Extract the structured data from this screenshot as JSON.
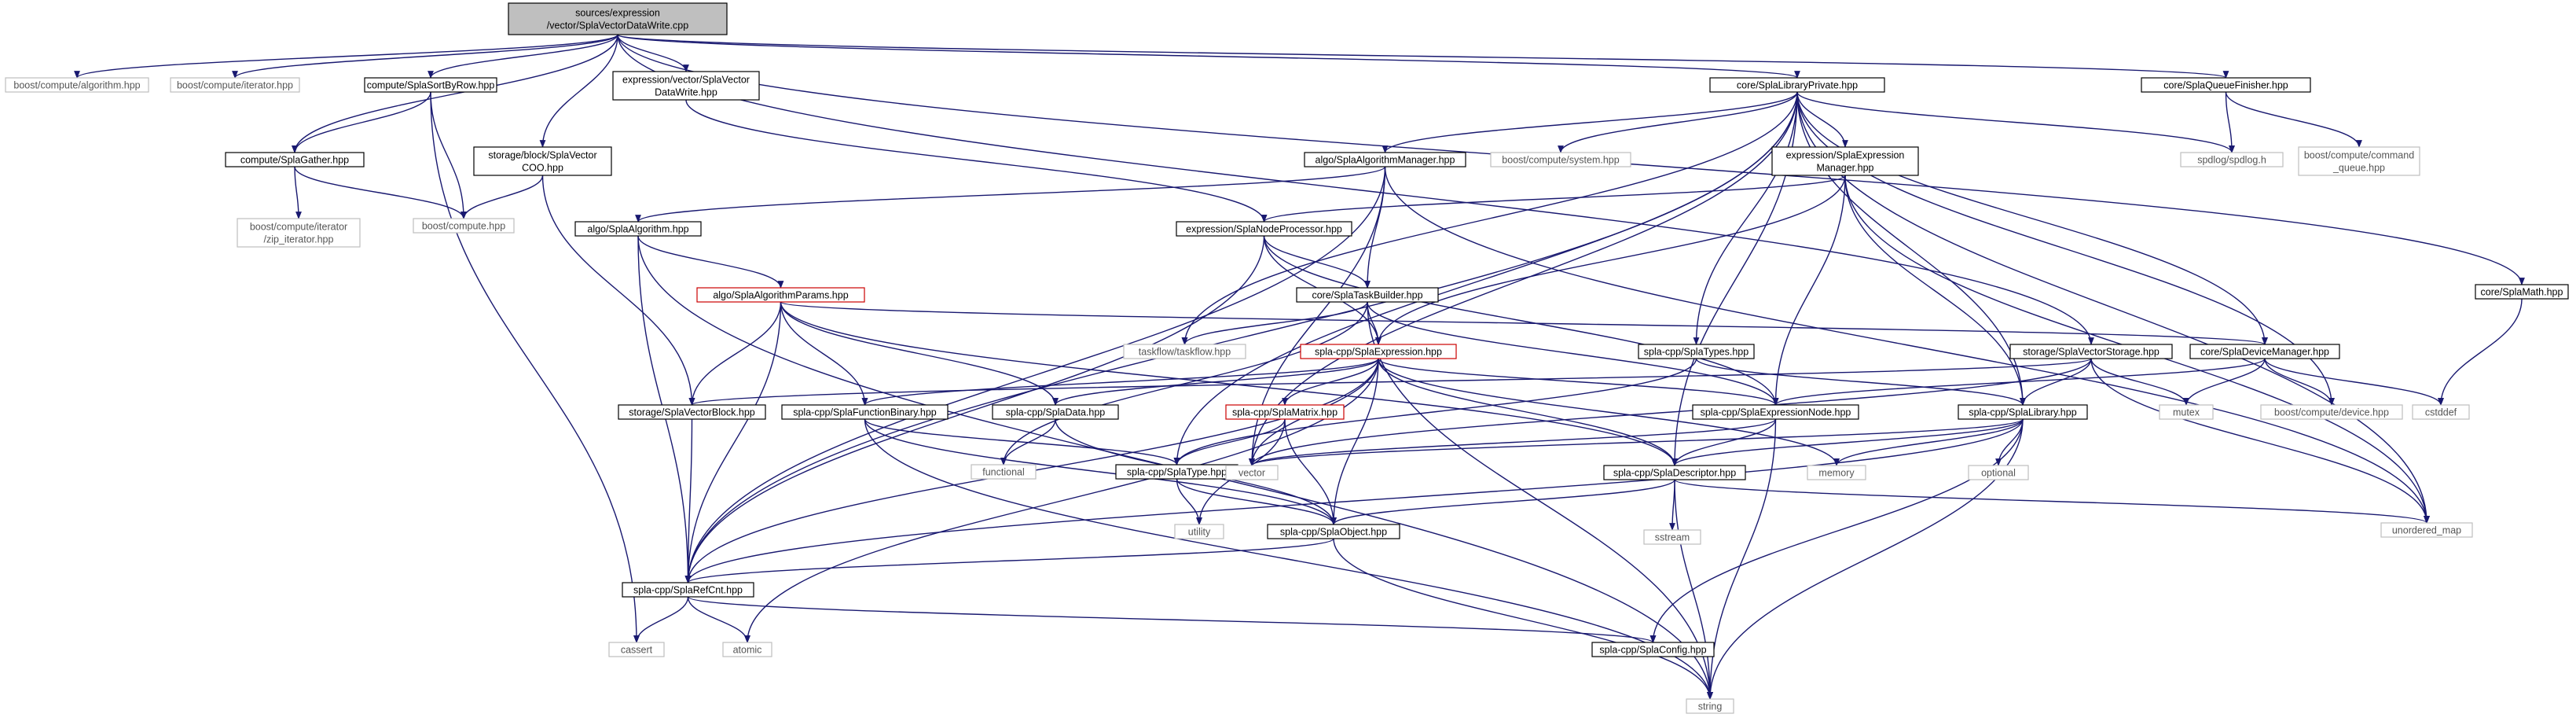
{
  "graph": {
    "edge_color": "#191970",
    "node_border_color": "#000000",
    "external_border_color": "#bfbfbf",
    "external_text_color": "#555555",
    "root_fill": "#bfbfbf",
    "highlight_border_color": "#cc0000",
    "nodes": [
      {
        "id": "root",
        "lines": [
          "sources/expression",
          "/vector/SplaVectorDataWrite.cpp"
        ],
        "kind": "root"
      },
      {
        "id": "bc_algorithm",
        "lines": [
          "boost/compute/algorithm.hpp"
        ],
        "kind": "external"
      },
      {
        "id": "bc_iterator",
        "lines": [
          "boost/compute/iterator.hpp"
        ],
        "kind": "external"
      },
      {
        "id": "sortbyrow",
        "lines": [
          "compute/SplaSortByRow.hpp"
        ],
        "kind": "normal"
      },
      {
        "id": "vdw_hpp",
        "lines": [
          "expression/vector/SplaVector",
          "DataWrite.hpp"
        ],
        "kind": "normal"
      },
      {
        "id": "libprivate",
        "lines": [
          "core/SplaLibraryPrivate.hpp"
        ],
        "kind": "normal"
      },
      {
        "id": "queuefinisher",
        "lines": [
          "core/SplaQueueFinisher.hpp"
        ],
        "kind": "normal"
      },
      {
        "id": "gather",
        "lines": [
          "compute/SplaGather.hpp"
        ],
        "kind": "normal"
      },
      {
        "id": "zipiter",
        "lines": [
          "boost/compute/iterator",
          "/zip_iterator.hpp"
        ],
        "kind": "external"
      },
      {
        "id": "bcompute",
        "lines": [
          "boost/compute.hpp"
        ],
        "kind": "external"
      },
      {
        "id": "coo",
        "lines": [
          "storage/block/SplaVector",
          "COO.hpp"
        ],
        "kind": "normal"
      },
      {
        "id": "algomanager",
        "lines": [
          "algo/SplaAlgorithmManager.hpp"
        ],
        "kind": "normal"
      },
      {
        "id": "bcsystem",
        "lines": [
          "boost/compute/system.hpp"
        ],
        "kind": "external"
      },
      {
        "id": "exprmanager",
        "lines": [
          "expression/SplaExpression",
          "Manager.hpp"
        ],
        "kind": "normal"
      },
      {
        "id": "spdlog",
        "lines": [
          "spdlog/spdlog.h"
        ],
        "kind": "external"
      },
      {
        "id": "bccmdqueue",
        "lines": [
          "boost/compute/command",
          "_queue.hpp"
        ],
        "kind": "external"
      },
      {
        "id": "splamath",
        "lines": [
          "core/SplaMath.hpp"
        ],
        "kind": "normal"
      },
      {
        "id": "algorithm",
        "lines": [
          "algo/SplaAlgorithm.hpp"
        ],
        "kind": "normal"
      },
      {
        "id": "nodeprocessor",
        "lines": [
          "expression/SplaNodeProcessor.hpp"
        ],
        "kind": "normal"
      },
      {
        "id": "algoparams",
        "lines": [
          "algo/SplaAlgorithmParams.hpp"
        ],
        "kind": "highlight"
      },
      {
        "id": "taskbuilder",
        "lines": [
          "core/SplaTaskBuilder.hpp"
        ],
        "kind": "normal"
      },
      {
        "id": "taskflow",
        "lines": [
          "taskflow/taskflow.hpp"
        ],
        "kind": "external"
      },
      {
        "id": "expression",
        "lines": [
          "spla-cpp/SplaExpression.hpp"
        ],
        "kind": "highlight"
      },
      {
        "id": "types",
        "lines": [
          "spla-cpp/SplaTypes.hpp"
        ],
        "kind": "normal"
      },
      {
        "id": "vectorstorage",
        "lines": [
          "storage/SplaVectorStorage.hpp"
        ],
        "kind": "normal"
      },
      {
        "id": "devicemanager",
        "lines": [
          "core/SplaDeviceManager.hpp"
        ],
        "kind": "normal"
      },
      {
        "id": "vectorblock",
        "lines": [
          "storage/SplaVectorBlock.hpp"
        ],
        "kind": "normal"
      },
      {
        "id": "funcbinary",
        "lines": [
          "spla-cpp/SplaFunctionBinary.hpp"
        ],
        "kind": "normal"
      },
      {
        "id": "data",
        "lines": [
          "spla-cpp/SplaData.hpp"
        ],
        "kind": "normal"
      },
      {
        "id": "matrix",
        "lines": [
          "spla-cpp/SplaMatrix.hpp"
        ],
        "kind": "highlight"
      },
      {
        "id": "exprnode",
        "lines": [
          "spla-cpp/SplaExpressionNode.hpp"
        ],
        "kind": "normal"
      },
      {
        "id": "library",
        "lines": [
          "spla-cpp/SplaLibrary.hpp"
        ],
        "kind": "normal"
      },
      {
        "id": "mutex",
        "lines": [
          "mutex"
        ],
        "kind": "external"
      },
      {
        "id": "bcdevice",
        "lines": [
          "boost/compute/device.hpp"
        ],
        "kind": "external"
      },
      {
        "id": "cstddef",
        "lines": [
          "cstddef"
        ],
        "kind": "external"
      },
      {
        "id": "functional",
        "lines": [
          "functional"
        ],
        "kind": "external"
      },
      {
        "id": "type",
        "lines": [
          "spla-cpp/SplaType.hpp"
        ],
        "kind": "normal"
      },
      {
        "id": "vector",
        "lines": [
          "vector"
        ],
        "kind": "external"
      },
      {
        "id": "memory",
        "lines": [
          "memory"
        ],
        "kind": "external"
      },
      {
        "id": "optional",
        "lines": [
          "optional"
        ],
        "kind": "external"
      },
      {
        "id": "descriptor",
        "lines": [
          "spla-cpp/SplaDescriptor.hpp"
        ],
        "kind": "normal"
      },
      {
        "id": "utility",
        "lines": [
          "utility"
        ],
        "kind": "external"
      },
      {
        "id": "object",
        "lines": [
          "spla-cpp/SplaObject.hpp"
        ],
        "kind": "normal"
      },
      {
        "id": "sstream",
        "lines": [
          "sstream"
        ],
        "kind": "external"
      },
      {
        "id": "unordered_map",
        "lines": [
          "unordered_map"
        ],
        "kind": "external"
      },
      {
        "id": "refcnt",
        "lines": [
          "spla-cpp/SplaRefCnt.hpp"
        ],
        "kind": "normal"
      },
      {
        "id": "cassert",
        "lines": [
          "cassert"
        ],
        "kind": "external"
      },
      {
        "id": "atomic",
        "lines": [
          "atomic"
        ],
        "kind": "external"
      },
      {
        "id": "config",
        "lines": [
          "spla-cpp/SplaConfig.hpp"
        ],
        "kind": "normal"
      },
      {
        "id": "string",
        "lines": [
          "string"
        ],
        "kind": "external"
      }
    ],
    "edges": [
      [
        "root",
        "bc_algorithm"
      ],
      [
        "root",
        "bc_iterator"
      ],
      [
        "root",
        "sortbyrow"
      ],
      [
        "root",
        "vdw_hpp"
      ],
      [
        "root",
        "libprivate"
      ],
      [
        "root",
        "queuefinisher"
      ],
      [
        "root",
        "gather"
      ],
      [
        "root",
        "coo"
      ],
      [
        "root",
        "splamath"
      ],
      [
        "root",
        "vectorstorage"
      ],
      [
        "sortbyrow",
        "gather"
      ],
      [
        "sortbyrow",
        "bcompute"
      ],
      [
        "sortbyrow",
        "cassert"
      ],
      [
        "gather",
        "zipiter"
      ],
      [
        "gather",
        "bcompute"
      ],
      [
        "coo",
        "bcompute"
      ],
      [
        "coo",
        "vectorblock"
      ],
      [
        "vdw_hpp",
        "nodeprocessor"
      ],
      [
        "libprivate",
        "algomanager"
      ],
      [
        "libprivate",
        "bcsystem"
      ],
      [
        "libprivate",
        "exprmanager"
      ],
      [
        "libprivate",
        "spdlog"
      ],
      [
        "libprivate",
        "taskflow"
      ],
      [
        "libprivate",
        "types"
      ],
      [
        "libprivate",
        "devicemanager"
      ],
      [
        "libprivate",
        "library"
      ],
      [
        "libprivate",
        "bcdevice"
      ],
      [
        "libprivate",
        "vector"
      ],
      [
        "libprivate",
        "unordered_map"
      ],
      [
        "libprivate",
        "descriptor"
      ],
      [
        "libprivate",
        "refcnt"
      ],
      [
        "libprivate",
        "type"
      ],
      [
        "queuefinisher",
        "spdlog"
      ],
      [
        "queuefinisher",
        "bccmdqueue"
      ],
      [
        "splamath",
        "cstddef"
      ],
      [
        "algomanager",
        "algorithm"
      ],
      [
        "algomanager",
        "taskbuilder"
      ],
      [
        "algomanager",
        "vector"
      ],
      [
        "algomanager",
        "refcnt"
      ],
      [
        "algomanager",
        "unordered_map"
      ],
      [
        "exprmanager",
        "nodeprocessor"
      ],
      [
        "exprmanager",
        "expression"
      ],
      [
        "exprmanager",
        "exprnode"
      ],
      [
        "exprmanager",
        "library"
      ],
      [
        "exprmanager",
        "unordered_map"
      ],
      [
        "algorithm",
        "algoparams"
      ],
      [
        "algorithm",
        "refcnt"
      ],
      [
        "algorithm",
        "string"
      ],
      [
        "nodeprocessor",
        "taskbuilder"
      ],
      [
        "nodeprocessor",
        "expression"
      ],
      [
        "nodeprocessor",
        "exprnode"
      ],
      [
        "nodeprocessor",
        "refcnt"
      ],
      [
        "algoparams",
        "vectorblock"
      ],
      [
        "algoparams",
        "funcbinary"
      ],
      [
        "algoparams",
        "data"
      ],
      [
        "algoparams",
        "descriptor"
      ],
      [
        "algoparams",
        "refcnt"
      ],
      [
        "algoparams",
        "devicemanager"
      ],
      [
        "taskbuilder",
        "expression"
      ],
      [
        "taskbuilder",
        "taskflow"
      ],
      [
        "taskbuilder",
        "exprnode"
      ],
      [
        "taskbuilder",
        "functional"
      ],
      [
        "taskbuilder",
        "string"
      ],
      [
        "expression",
        "funcbinary"
      ],
      [
        "expression",
        "data"
      ],
      [
        "expression",
        "matrix"
      ],
      [
        "expression",
        "exprnode"
      ],
      [
        "expression",
        "vector"
      ],
      [
        "expression",
        "memory"
      ],
      [
        "expression",
        "object"
      ],
      [
        "expression",
        "refcnt"
      ],
      [
        "expression",
        "descriptor"
      ],
      [
        "expression",
        "atomic"
      ],
      [
        "types",
        "type"
      ],
      [
        "types",
        "library"
      ],
      [
        "vectorstorage",
        "vectorblock"
      ],
      [
        "vectorstorage",
        "library"
      ],
      [
        "vectorstorage",
        "mutex"
      ],
      [
        "vectorstorage",
        "unordered_map"
      ],
      [
        "vectorstorage",
        "vector"
      ],
      [
        "devicemanager",
        "mutex"
      ],
      [
        "devicemanager",
        "bcdevice"
      ],
      [
        "devicemanager",
        "cstddef"
      ],
      [
        "devicemanager",
        "exprnode"
      ],
      [
        "vectorblock",
        "refcnt"
      ],
      [
        "funcbinary",
        "type"
      ],
      [
        "funcbinary",
        "object"
      ],
      [
        "funcbinary",
        "string"
      ],
      [
        "data",
        "functional"
      ],
      [
        "data",
        "object"
      ],
      [
        "matrix",
        "type"
      ],
      [
        "matrix",
        "utility"
      ],
      [
        "matrix",
        "object"
      ],
      [
        "exprnode",
        "descriptor"
      ],
      [
        "exprnode",
        "vector"
      ],
      [
        "exprnode",
        "string"
      ],
      [
        "library",
        "optional"
      ],
      [
        "library",
        "memory"
      ],
      [
        "library",
        "string"
      ],
      [
        "library",
        "config"
      ],
      [
        "library",
        "refcnt"
      ],
      [
        "library",
        "vector"
      ],
      [
        "library",
        "descriptor"
      ],
      [
        "type",
        "utility"
      ],
      [
        "type",
        "object"
      ],
      [
        "descriptor",
        "sstream"
      ],
      [
        "descriptor",
        "object"
      ],
      [
        "descriptor",
        "unordered_map"
      ],
      [
        "descriptor",
        "string"
      ],
      [
        "object",
        "refcnt"
      ],
      [
        "object",
        "string"
      ],
      [
        "refcnt",
        "cassert"
      ],
      [
        "refcnt",
        "atomic"
      ],
      [
        "refcnt",
        "config"
      ]
    ]
  }
}
